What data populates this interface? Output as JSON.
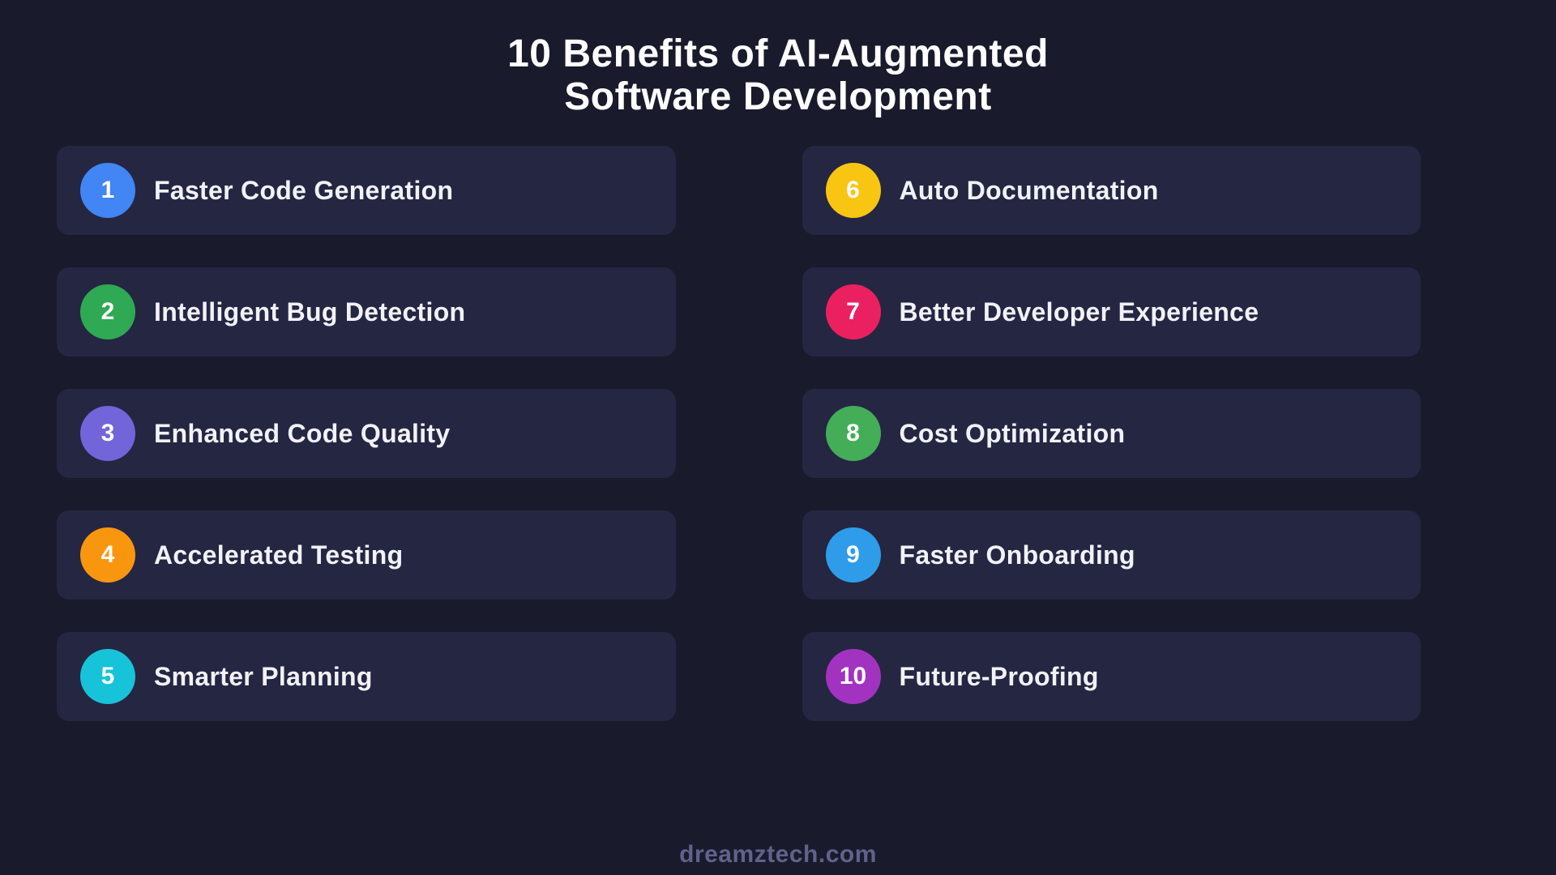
{
  "page": {
    "title_line1": "10 Benefits of AI-Augmented",
    "title_line2": "Software Development",
    "footer_text": "dreamztech.com"
  },
  "colors": {
    "background": "#191a2b",
    "card_background": "#252642",
    "title_text": "#ffffff",
    "label_text": "#f1f2f7",
    "footer_text": "#61628b"
  },
  "benefits": [
    {
      "number": "1",
      "label": "Faster Code Generation",
      "color": "#4285f4"
    },
    {
      "number": "2",
      "label": "Intelligent Bug Detection",
      "color": "#2fa953"
    },
    {
      "number": "3",
      "label": "Enhanced Code Quality",
      "color": "#7165d9"
    },
    {
      "number": "4",
      "label": "Accelerated Testing",
      "color": "#f8970f"
    },
    {
      "number": "5",
      "label": "Smarter Planning",
      "color": "#17c3d9"
    },
    {
      "number": "6",
      "label": "Auto Documentation",
      "color": "#f9c513"
    },
    {
      "number": "7",
      "label": "Better Developer Experience",
      "color": "#eb2060"
    },
    {
      "number": "8",
      "label": "Cost Optimization",
      "color": "#43ad58"
    },
    {
      "number": "9",
      "label": "Faster Onboarding",
      "color": "#2e9ce9"
    },
    {
      "number": "10",
      "label": "Future-Proofing",
      "color": "#a233c1"
    }
  ]
}
